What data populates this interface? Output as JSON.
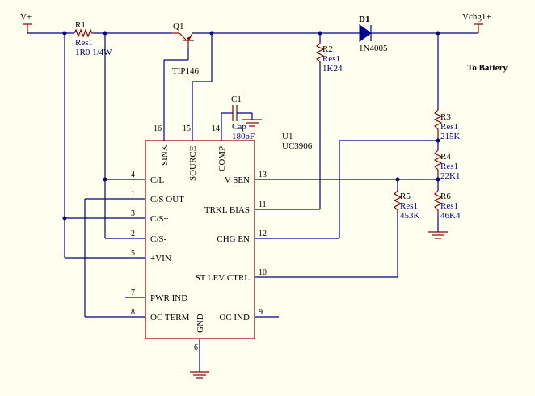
{
  "nets": {
    "vplus": "V+",
    "vchg": "Vchg1+",
    "battery_note": "To Battery"
  },
  "components": {
    "r1": {
      "ref": "R1",
      "type": "Res1",
      "value": "1R0 1/4W"
    },
    "q1": {
      "ref": "Q1",
      "value": "TIP146"
    },
    "r2": {
      "ref": "R2",
      "type": "Res1",
      "value": "1K24"
    },
    "d1": {
      "ref": "D1",
      "value": "1N4005"
    },
    "c1": {
      "ref": "C1",
      "type": "Cap",
      "value": "180pF"
    },
    "u1": {
      "ref": "U1",
      "value": "UC3906"
    },
    "r3": {
      "ref": "R3",
      "type": "Res1",
      "value": "215K"
    },
    "r4": {
      "ref": "R4",
      "type": "Res1",
      "value": "22K1"
    },
    "r5": {
      "ref": "R5",
      "type": "Res1",
      "value": "453K"
    },
    "r6": {
      "ref": "R6",
      "type": "Res1",
      "value": "46K4"
    }
  },
  "ic": {
    "left_pins": [
      {
        "num": "4",
        "name": "C/L"
      },
      {
        "num": "1",
        "name": "C/S OUT"
      },
      {
        "num": "3",
        "name": "C/S+"
      },
      {
        "num": "2",
        "name": "C/S-"
      },
      {
        "num": "5",
        "name": "+VIN"
      },
      {
        "num": "7",
        "name": "PWR IND"
      },
      {
        "num": "8",
        "name": "OC TERM"
      }
    ],
    "right_pins": [
      {
        "num": "13",
        "name": "V SEN"
      },
      {
        "num": "11",
        "name": "TRKL BIAS"
      },
      {
        "num": "12",
        "name": "CHG EN"
      },
      {
        "num": "10",
        "name": "ST LEV CTRL"
      },
      {
        "num": "9",
        "name": "OC IND"
      }
    ],
    "top_pins": [
      {
        "num": "16",
        "name": "SINK"
      },
      {
        "num": "15",
        "name": "SOURCE"
      },
      {
        "num": "14",
        "name": "COMP"
      }
    ],
    "bottom_pins": [
      {
        "num": "6",
        "name": "GND"
      }
    ]
  }
}
